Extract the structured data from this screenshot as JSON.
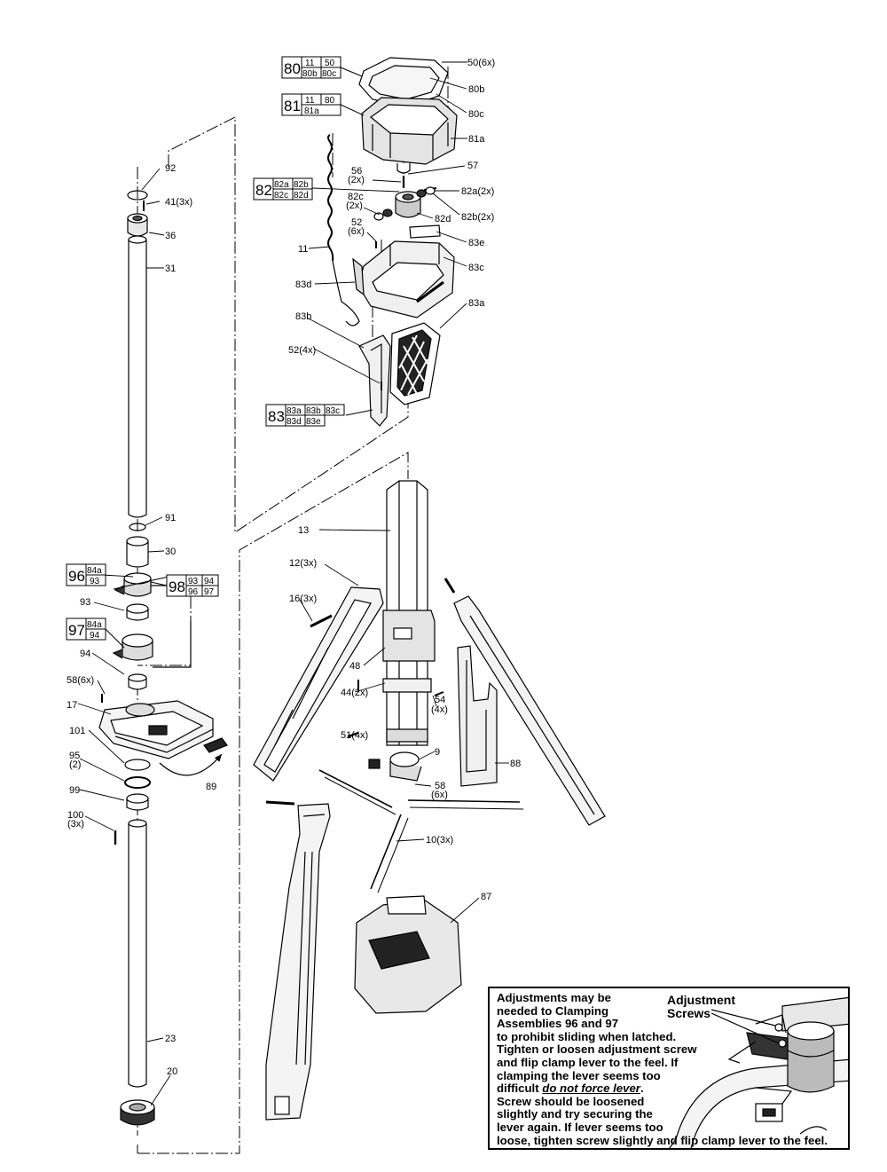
{
  "callouts": {
    "c50": "50(6x)",
    "c80b": "80b",
    "c80c": "80c",
    "c81a": "81a",
    "c57": "57",
    "c56": "56",
    "c56q": "(2x)",
    "c82a": "82a(2x)",
    "c82c": "82c",
    "c82cq": "(2x)",
    "c82d": "82d",
    "c82b": "82b(2x)",
    "c52": "52",
    "c52q": "(6x)",
    "c83e": "83e",
    "c11": "11",
    "c83c": "83c",
    "c83d": "83d",
    "c83a": "83a",
    "c83b": "83b",
    "c52b": "52(4x)",
    "c92": "92",
    "c41": "41(3x)",
    "c36": "36",
    "c31": "31",
    "c91": "91",
    "c30": "30",
    "c93": "93",
    "c94": "94",
    "c58": "58(6x)",
    "c17": "17",
    "c101": "101",
    "c95": "95",
    "c95q": "(2)",
    "c99": "99",
    "c100": "100",
    "c100q": "(3x)",
    "c89": "89",
    "c23": "23",
    "c20": "20",
    "c13": "13",
    "c12": "12(3x)",
    "c16": "16(3x)",
    "c48": "48",
    "c44": "44(2x)",
    "c54": "54",
    "c54q": "(4x)",
    "c51": "51(4x)",
    "c9": "9",
    "c88": "88",
    "c58b": "58",
    "c58bq": "(6x)",
    "c10": "10(3x)",
    "c87": "87"
  },
  "assemblies": {
    "a80": {
      "num": "80",
      "cells": [
        "11",
        "50",
        "80b",
        "80c"
      ]
    },
    "a81": {
      "num": "81",
      "cells": [
        "11",
        "80",
        "81a"
      ]
    },
    "a82": {
      "num": "82",
      "cells": [
        "82a",
        "82b",
        "82c",
        "82d"
      ]
    },
    "a83": {
      "num": "83",
      "cells": [
        "83a",
        "83b",
        "83c",
        "83d",
        "83e"
      ]
    },
    "a96": {
      "num": "96",
      "cells": [
        "84a",
        "93"
      ]
    },
    "a98": {
      "num": "98",
      "cells": [
        "93",
        "94",
        "96",
        "97"
      ]
    },
    "a97": {
      "num": "97",
      "cells": [
        "84a",
        "94"
      ]
    }
  },
  "note": {
    "line1": "Adjustments may be",
    "line2": "needed to Clamping",
    "line3": "Assemblies 96 and 97",
    "line4": "to prohibit sliding when latched.",
    "line5": "Tighten or loosen adjustment screw",
    "line6": "and flip clamp lever to the feel. If",
    "line7": "clamping the lever seems too",
    "line8a": "difficult ",
    "line8b": "do not force lever",
    "line8c": ".",
    "line9": "Screw should be loosened",
    "line10": "slightly and try securing the",
    "line11": "lever again. If lever seems too",
    "line12": "loose, tighten screw slightly and flip clamp lever to the feel.",
    "adjust_label_1": "Adjustment",
    "adjust_label_2": "Screws"
  }
}
